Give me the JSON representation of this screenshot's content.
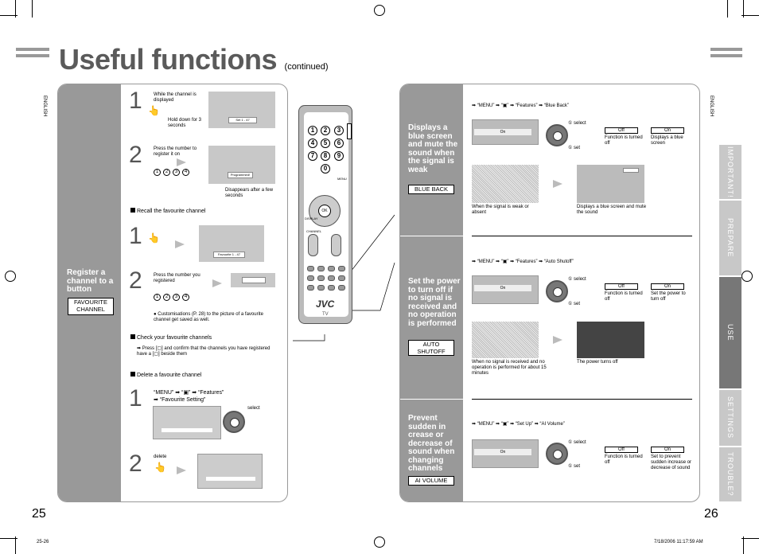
{
  "title": "Useful functions",
  "title_suffix": "(continued)",
  "lang": "ENGLISH",
  "tabs": [
    {
      "label": "IMPORTANT!"
    },
    {
      "label": "PREPARE"
    },
    {
      "label": "USE"
    },
    {
      "label": "SETTINGS"
    },
    {
      "label": "TROUBLE?"
    }
  ],
  "page_left": "25",
  "page_right": "26",
  "footer_code": "25-26",
  "footer_date": "7/18/2006   11:17:59 AM",
  "register": {
    "title": "Register a channel to a button",
    "button": "FAVOURITE CHANNEL",
    "step1_text": "While the channel is displayed",
    "step1_hold": "Hold down for 3 seconds",
    "step1_osd": "Set   1 - 47",
    "step2_text": "Press the number to register it on",
    "step2_osd": "Programmed!",
    "step2_note": "Disappears after a few seconds",
    "keys": [
      "1",
      "2",
      "3",
      "4"
    ],
    "recall_title": "Recall the favourite channel",
    "recall_osd": "Favourite   1 - 47",
    "recall_step2": "Press the number you registered",
    "custom_note": "Customisations (P. 28) to the picture of a favourite channel get saved as well.",
    "check_title": "Check your favourite channels",
    "check_text": "Press",
    "check_text2": "and confirm that the channels you have registered have a",
    "check_text3": "beside them",
    "delete_title": "Delete a favourite channel",
    "del_menu": "“MENU”  ➡  “",
    "del_features": "”  ➡  “Features”",
    "del_fav": "➡  “Favourite Setting”",
    "select": "select",
    "delete": "delete"
  },
  "remote": {
    "brand": "JVC",
    "tv": "TV",
    "keys": [
      "1",
      "2",
      "3",
      "4",
      "5",
      "6",
      "7",
      "8",
      "9",
      "0"
    ],
    "ok": "OK",
    "menu": "MENU",
    "display": "DISPLAY",
    "channel": "CHANNEL"
  },
  "blue": {
    "title": "Displays a blue screen and mute the sound when the signal is weak",
    "button": "BLUE BACK",
    "menu_pre": "“MENU”  ➡  “",
    "menu_post": "”  ➡  “Features”  ➡  “Blue Back”",
    "osd": "On",
    "select": "select",
    "set": "set",
    "off": "Off",
    "off_desc": "Function is turned off",
    "on": "On",
    "on_desc": "Displays a blue screen",
    "cap_left": "When the signal is weak or absent",
    "cap_right": "Displays a blue screen and mute the sound"
  },
  "shutoff": {
    "title": "Set the power to turn off if no signal is received and no operation is performed",
    "button": "AUTO SHUTOFF",
    "menu_pre": "“MENU”  ➡  “",
    "menu_post": "”  ➡  “Features”  ➡  “Auto Shutoff”",
    "osd": "On",
    "select": "select",
    "set": "set",
    "off": "Off",
    "off_desc": "Function is turned off",
    "on": "On",
    "on_desc": "Set the power to turn off",
    "cap_left": "When no signal is received and no operation is performed for about 15 minutes",
    "cap_right": "The power turns off"
  },
  "aivol": {
    "title": "Prevent sudden in crease or decrease of sound when changing channels",
    "button": "AI VOLUME",
    "menu_pre": "“MENU”  ➡  “",
    "menu_post": "”  ➡  “Set Up”  ➡  “AI Volume”",
    "osd": "On",
    "select": "select",
    "set": "set",
    "off": "Off",
    "off_desc": "Function is turned off",
    "on": "On",
    "on_desc": "Set to prevent sudden increase or decrease of sound"
  },
  "steps": {
    "s1": "1",
    "s2": "2"
  }
}
